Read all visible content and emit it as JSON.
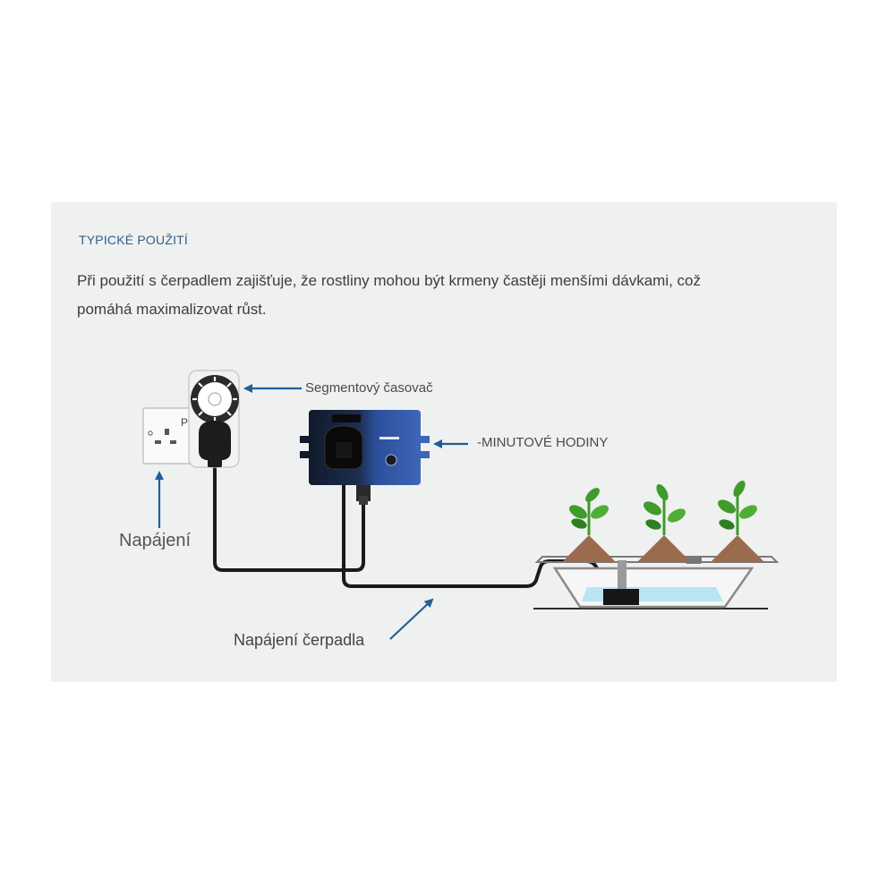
{
  "section": {
    "heading": "TYPICKÉ POUŽITÍ",
    "description": "Při použití s čerpadlem zajišťuje, že rostliny mohou být krmeny častěji menšími dávkami, což pomáhá maximalizovat růst."
  },
  "labels": {
    "segment_timer": "Segmentový časovač",
    "minute_clock": "-MINUTOVÉ HODINY",
    "power": "Napájení",
    "pump_power": "Napájení čerpadla"
  },
  "colors": {
    "arrow": "#1f5f99",
    "heading": "#2d5f8e",
    "water": "#b9e4f4",
    "soil": "#9b6b4e",
    "leaf": "#3f9b2c"
  }
}
